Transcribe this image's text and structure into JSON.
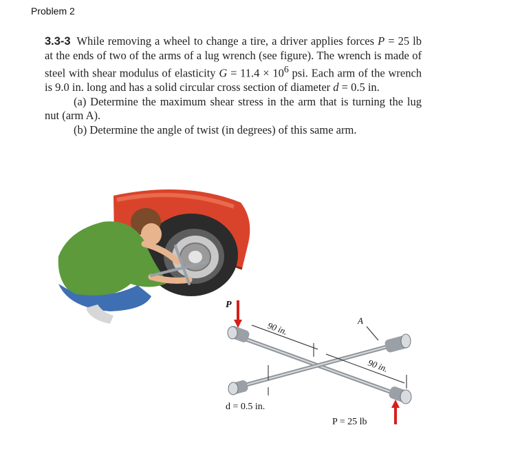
{
  "header": {
    "title": "Problem 2"
  },
  "problem": {
    "number": "3.3-3",
    "intro": "While removing a wheel to change a tire, a driver applies forces ",
    "force_symbol": "P",
    "force_eq": " = 25 lb at the ends of two of the arms of a lug wrench (see figure). The wrench is made of steel with shear modulus of elasticity ",
    "shear_symbol": "G",
    "shear_eq": " = 11.4 × 10",
    "shear_exp": "6",
    "shear_rest": " psi. Each arm of the wrench is 9.0 in. long and has a solid circular cross section of diameter ",
    "diam_symbol": "d",
    "diam_eq": " = 0.5 in.",
    "part_a": "(a) Determine the maximum shear stress in the arm that is turning the lug nut (arm A).",
    "part_b": "(b) Determine the angle of twist (in degrees) of this same arm."
  },
  "figure": {
    "label_P_top": "P",
    "label_length_1": "90 in.",
    "label_length_2": "90 in.",
    "label_A": "A",
    "label_d": "d = 0.5 in.",
    "label_P_bottom": "P = 25 lb",
    "colors": {
      "car": "#d9432b",
      "shirt": "#5c9a3c",
      "jeans": "#3f6fb3",
      "force_arrow": "#d6201a",
      "wrench": "#9aa0a6"
    }
  }
}
